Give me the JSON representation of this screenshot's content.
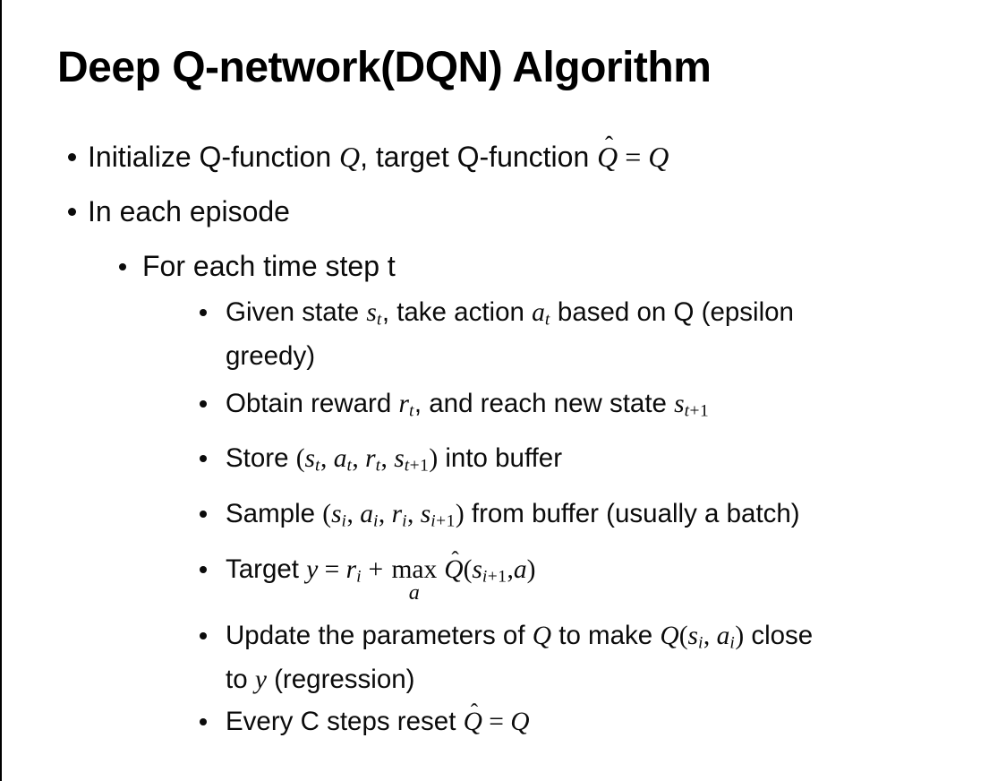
{
  "slide": {
    "title": "Deep Q-network(DQN) Algorithm",
    "bullets": [
      {
        "id": "initialize",
        "level": 1,
        "segments": [
          {
            "t": "Initialize Q-function "
          },
          {
            "m": "Q"
          },
          {
            "t": ", target Q-function "
          },
          {
            "h": "Q"
          },
          {
            "o": " = "
          },
          {
            "m": "Q"
          }
        ]
      },
      {
        "id": "each-episode",
        "level": 1,
        "segments": [
          {
            "t": "In each episode"
          }
        ]
      },
      {
        "id": "each-timestep",
        "level": 2,
        "segments": [
          {
            "t": "For each time step t"
          }
        ]
      },
      {
        "id": "given-state",
        "level": 3,
        "segments": [
          {
            "t": "Given state "
          },
          {
            "b": "s",
            "s": "t"
          },
          {
            "t": ", take action "
          },
          {
            "b": "a",
            "s": "t"
          },
          {
            "t": " based on Q (epsilon"
          },
          {
            "br": true
          },
          {
            "t": "greedy)"
          }
        ]
      },
      {
        "id": "obtain-reward",
        "level": 3,
        "segments": [
          {
            "t": "Obtain reward "
          },
          {
            "b": "r",
            "s": "t"
          },
          {
            "t": ", and reach new state "
          },
          {
            "b": "s",
            "s": "t+1"
          }
        ]
      },
      {
        "id": "store-buffer",
        "level": 3,
        "segments": [
          {
            "t": "Store "
          },
          {
            "o": "("
          },
          {
            "b": "s",
            "s": "t"
          },
          {
            "o": ", "
          },
          {
            "b": "a",
            "s": "t"
          },
          {
            "o": ", "
          },
          {
            "b": "r",
            "s": "t"
          },
          {
            "o": ", "
          },
          {
            "b": "s",
            "s": "t+1"
          },
          {
            "o": ")"
          },
          {
            "t": " into buffer"
          }
        ]
      },
      {
        "id": "sample-buffer",
        "level": 3,
        "segments": [
          {
            "t": "Sample "
          },
          {
            "o": "("
          },
          {
            "b": "s",
            "s": "i"
          },
          {
            "o": ", "
          },
          {
            "b": "a",
            "s": "i"
          },
          {
            "o": ", "
          },
          {
            "b": "r",
            "s": "i"
          },
          {
            "o": ", "
          },
          {
            "b": "s",
            "s": "i+1"
          },
          {
            "o": ")"
          },
          {
            "t": " from buffer (usually a batch)"
          }
        ]
      },
      {
        "id": "target",
        "level": 3,
        "segments": [
          {
            "t": "Target "
          },
          {
            "m": "y"
          },
          {
            "o": " = "
          },
          {
            "b": "r",
            "s": "i"
          },
          {
            "o": " + "
          },
          {
            "mx": "max",
            "u": "a"
          },
          {
            "h": "Q"
          },
          {
            "o": "("
          },
          {
            "b": "s",
            "s": "i+1"
          },
          {
            "o": ","
          },
          {
            "m": "a"
          },
          {
            "o": ")"
          }
        ]
      },
      {
        "id": "update-parameters",
        "level": 3,
        "segments": [
          {
            "t": "Update the parameters of "
          },
          {
            "m": "Q"
          },
          {
            "t": " to make "
          },
          {
            "m": "Q"
          },
          {
            "o": "("
          },
          {
            "b": "s",
            "s": "i"
          },
          {
            "o": ", "
          },
          {
            "b": "a",
            "s": "i"
          },
          {
            "o": ")"
          },
          {
            "t": " close"
          },
          {
            "br": true
          },
          {
            "t": "to "
          },
          {
            "m": "y"
          },
          {
            "t": " (regression)"
          }
        ]
      },
      {
        "id": "reset",
        "level": 3,
        "segments": [
          {
            "t": "Every C steps reset "
          },
          {
            "h": "Q"
          },
          {
            "o": " = "
          },
          {
            "m": "Q"
          }
        ]
      }
    ]
  }
}
